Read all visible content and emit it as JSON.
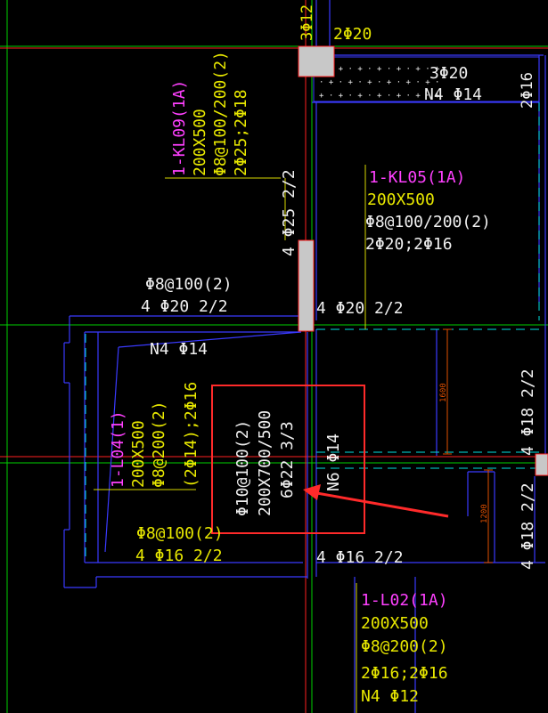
{
  "colors": {
    "background": "#000000",
    "beam_line": "#3a3aff",
    "axis_green": "#00d000",
    "axis_red": "#ff2020",
    "dashed_cyan": "#00e0e0",
    "text_yellow": "#e8e800",
    "text_white": "#f0f0f0",
    "text_magenta": "#ff40ff",
    "leader_yellow": "#d8d800",
    "column_fill": "#c8c8c8",
    "dim_orange": "#e05000",
    "highlight_red": "#ff2a2a"
  },
  "annotations": {
    "top_col": {
      "a": "3Φ12",
      "b": "2Φ20"
    },
    "top_right": {
      "bars": "3Φ20",
      "torsion": "N4 Φ14",
      "side": "2Φ16"
    },
    "kl09": {
      "name": "1-KL09(1A)",
      "size": "200X500",
      "stirrup": "Φ8@100/200(2)",
      "bars": "2Φ25;2Φ18"
    },
    "kl05": {
      "name": "1-KL05(1A)",
      "size": "200X500",
      "stirrup": "Φ8@100/200(2)",
      "bars": "2Φ20;2Φ16"
    },
    "mid": {
      "vert_4phi25": "4 Φ25 2/2",
      "stirrup_left": "Φ8@100(2)",
      "bars_left": "4 Φ20 2/2",
      "bars_right": "4 Φ20 2/2",
      "n4": "N4 Φ14"
    },
    "l04": {
      "name": "1-L04(1)",
      "size": "200X500",
      "stirrup": "Φ8@200(2)",
      "bars": "(2Φ14);2Φ16"
    },
    "boxed": {
      "stirrup": "Φ10@100(2)",
      "size": "200X700/500",
      "bars": "6Φ22 3/3"
    },
    "n6": "N6 Φ14",
    "bottom_left": {
      "stirrup": "Φ8@100(2)",
      "bars": "4 Φ16 2/2"
    },
    "bottom_mid": "4 Φ16 2/2",
    "right_vert": {
      "a": "4 Φ18 2/2",
      "b": "4 Φ18 2/2"
    },
    "dims": {
      "d1600": "1600",
      "d1200": "1200"
    },
    "l02": {
      "name": "1-L02(1A)",
      "size": "200X500",
      "stirrup": "Φ8@200(2)",
      "bars": "2Φ16;2Φ16",
      "torsion": "N4 Φ12"
    }
  }
}
